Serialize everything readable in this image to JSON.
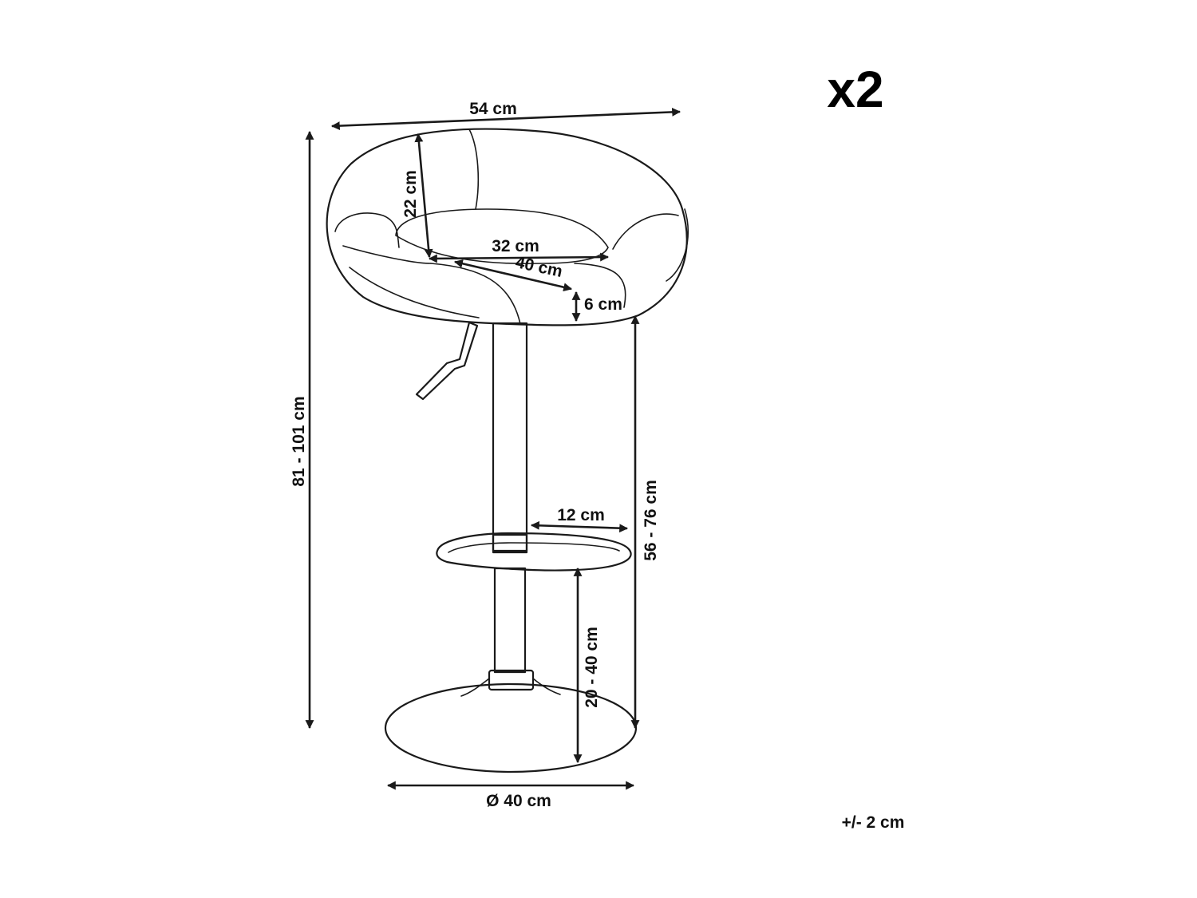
{
  "quantity": "x2",
  "tolerance": "+/- 2 cm",
  "dimensions": {
    "seat_width": "54 cm",
    "backrest_height": "22 cm",
    "seat_inner_width": "32 cm",
    "seat_depth": "40 cm",
    "cushion_thickness": "6 cm",
    "total_height": "81 - 101 cm",
    "seat_height": "56 - 76 cm",
    "footrest_depth": "12 cm",
    "footrest_height": "20 - 40 cm",
    "base_diameter": "Ø 40 cm"
  }
}
